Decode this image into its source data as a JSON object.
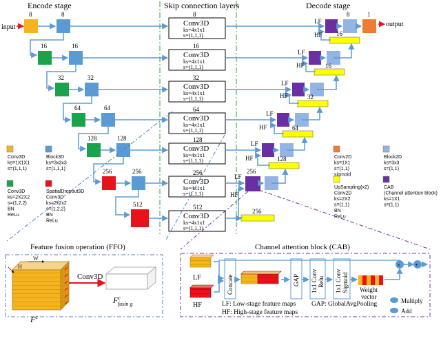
{
  "headers": {
    "encode": "Encode stage",
    "skip": "Skip connection layers",
    "decode": "Decode stage"
  },
  "io": {
    "input": "input",
    "output": "output"
  },
  "encoder_channels": [
    "8",
    "8",
    "16",
    "16",
    "32",
    "32",
    "64",
    "64",
    "128",
    "128",
    "256",
    "256",
    "512"
  ],
  "skip": {
    "op": "Conv3D",
    "ks": "ks=4x1x1",
    "s": "s=(1,1,1)",
    "channels": [
      "8",
      "16",
      "32",
      "64",
      "128",
      "256",
      "512"
    ]
  },
  "decoder": {
    "lf": "LF",
    "hf": "HF",
    "upsample_channels": [
      "16",
      "16",
      "32",
      "64",
      "128",
      "256"
    ],
    "block_channels": [
      "8",
      "1"
    ]
  },
  "legend": {
    "conv3d_1": [
      "Conv3D",
      "ks=1X1X1",
      "s=(1,1,1)"
    ],
    "block3d": [
      "Block3D",
      "ks=3x3x3",
      "s=(1,1,1)"
    ],
    "conv3d_2": [
      "Conv3D",
      "ks=2X2X2",
      "s=(1,2,2)",
      "BN",
      "ReLu"
    ],
    "spatial_dropout": [
      "SpatialDropout3D",
      "Conv3D",
      "ks=2x2x2",
      "s=(1,2,2)",
      "BN",
      "ReLu"
    ],
    "conv2d": [
      "Conv2D",
      "ks=1X1",
      "s=(1,1)",
      "sigmoid"
    ],
    "block2d": [
      "Block2D",
      "ks=3x3",
      "s=(1,1)"
    ],
    "upsampling": [
      "UpSampling(x2)",
      "Conv2D",
      "ks=2X2",
      "s=(1,1)",
      "BN",
      "ReLu"
    ],
    "cab": [
      "CAB",
      "(Channel attention block)",
      "ks=1X1",
      "s=(1,1)"
    ]
  },
  "ffo": {
    "title": "Feature fusion operation (FFO)",
    "w": "W",
    "h": "H",
    "op": "Conv3D",
    "f_in": "F",
    "f_in_sup": "c",
    "f_out": "F",
    "f_out_sup": "c",
    "f_out_sub": "fusin g"
  },
  "cab": {
    "title": "Channel attention block (CAB)",
    "lf": "LF",
    "hf": "HF",
    "concate": "Concate",
    "gap": "GAP",
    "conv1": [
      "1x1 Conv",
      "Relu"
    ],
    "conv2": [
      "1x1 Conv",
      "Sigmoid"
    ],
    "weight": [
      "Weight",
      "vector"
    ],
    "note_lf": "LF: Low-stage feature maps",
    "note_hf": "HF: High-stage feature maps",
    "note_gap": "GAP: GlobalAvgPooling",
    "multiply": "Multiply",
    "add": "Add"
  },
  "colors": {
    "conv3d_1": "#f5b41e",
    "block3d": "#5b9bd5",
    "conv3d_2": "#1aa34a",
    "dropout": "#e8121a",
    "conv2d": "#ee7d31",
    "block2d": "#94b4e4",
    "upsampling": "#ffff00",
    "cab": "#6a2fa0",
    "arrow": "#5b9bd5",
    "dash_green": "#2ca02c",
    "dash_blue": "#4a7fc0",
    "dash_purple": "#7030a0"
  }
}
